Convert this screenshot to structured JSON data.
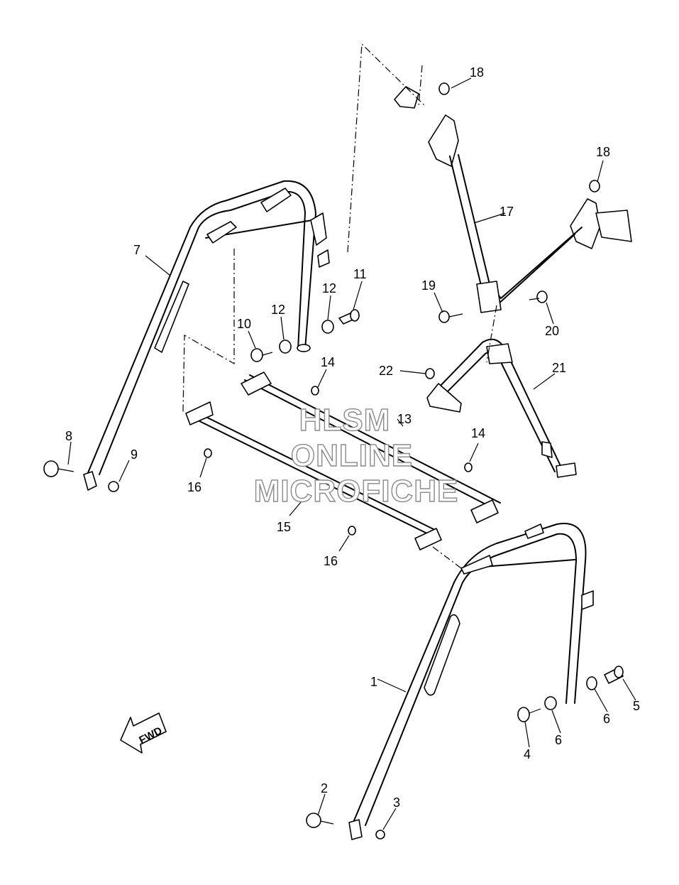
{
  "watermark": {
    "line1": "HLSM",
    "line2": "ONLINE",
    "line3": "MICROFICHE"
  },
  "fwd_label": "FWD",
  "callouts": {
    "c1": "1",
    "c2": "2",
    "c3": "3",
    "c4": "4",
    "c5": "5",
    "c6a": "6",
    "c6b": "6",
    "c7": "7",
    "c8": "8",
    "c9": "9",
    "c10": "10",
    "c11": "11",
    "c12a": "12",
    "c12b": "12",
    "c13": "13",
    "c14a": "14",
    "c14b": "14",
    "c15": "15",
    "c16a": "16",
    "c16b": "16",
    "c17": "17",
    "c18a": "18",
    "c18b": "18",
    "c19": "19",
    "c20": "20",
    "c21": "21",
    "c22": "22"
  }
}
